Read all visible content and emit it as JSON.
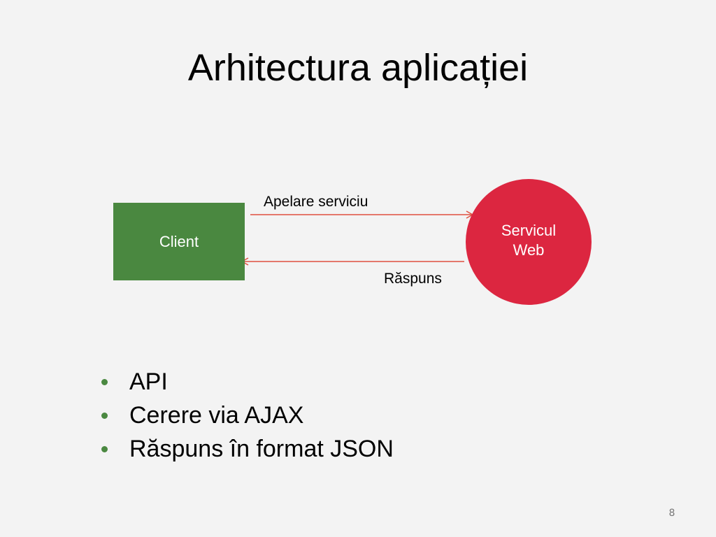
{
  "slide": {
    "title": "Arhitectura aplicației",
    "page_number": "8"
  },
  "diagram": {
    "client": {
      "label": "Client",
      "color": "#4a8840",
      "shape": "rectangle"
    },
    "service": {
      "label": "Servicul Web",
      "color": "#dc2640",
      "shape": "circle"
    },
    "arrows": {
      "request": {
        "label": "Apelare serviciu",
        "from": "client",
        "to": "service",
        "color": "#e05040"
      },
      "response": {
        "label": "Răspuns",
        "from": "service",
        "to": "client",
        "color": "#e05040"
      }
    }
  },
  "bullets": {
    "color": "#4a8840",
    "items": [
      "API",
      "Cerere via AJAX",
      "Răspuns în format JSON"
    ]
  }
}
